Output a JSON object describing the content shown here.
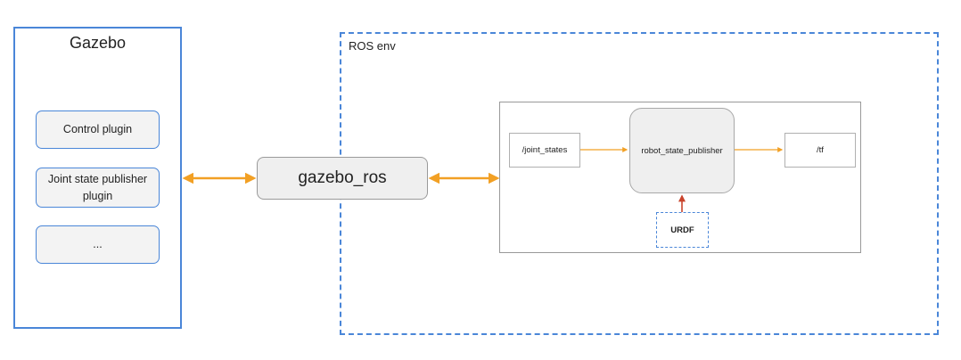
{
  "gazebo": {
    "title": "Gazebo",
    "plugins": [
      {
        "label": "Control plugin"
      },
      {
        "label": "Joint state publisher plugin"
      },
      {
        "label": "..."
      }
    ]
  },
  "ros_env": {
    "title": "ROS env"
  },
  "bridge": {
    "label": "gazebo_ros"
  },
  "ros_graph": {
    "input_topic": "/joint_states",
    "node": "robot_state_publisher",
    "output_topic": "/tf",
    "description": "URDF"
  },
  "colors": {
    "panel_border": "#4a86d8",
    "bidirectional_arrow": "#f2a024",
    "flow_arrow": "#f2a024",
    "urdf_arrow": "#c9442c",
    "node_fill": "#efefef"
  }
}
